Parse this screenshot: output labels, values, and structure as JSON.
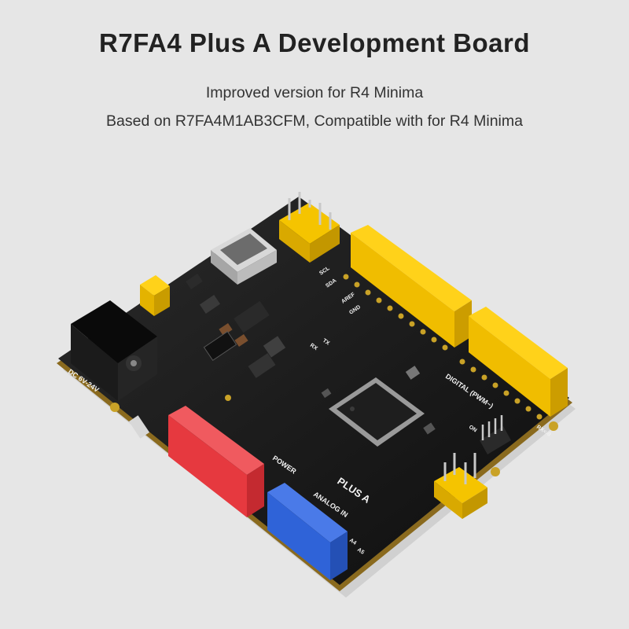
{
  "header": {
    "title": "R7FA4 Plus A Development Board",
    "subtitle_line1": "Improved version for R4 Minima",
    "subtitle_line2": "Based on R7FA4M1AB3CFM, Compatible with for R4 Minima"
  },
  "board": {
    "silkscreen": {
      "dc_label": "DC 6V-24V",
      "power_label": "POWER",
      "analog_label": "ANALOG IN",
      "digital_label": "DIGITAL (PWM~)",
      "brand_label": "PLUS A",
      "scl": "SCL",
      "sda": "SDA",
      "aref": "AREF",
      "gnd": "GND",
      "tx": "TX",
      "rx": "RX",
      "on": "ON",
      "rx0": "RX<-0",
      "a5": "A5",
      "a4": "A4"
    },
    "colors": {
      "pcb": "#161616",
      "yellow_header": "#f5c400",
      "red_header": "#e6393f",
      "blue_header": "#2f63d8",
      "gold_pad": "#c9a227",
      "silver": "#c8c8c8"
    }
  }
}
